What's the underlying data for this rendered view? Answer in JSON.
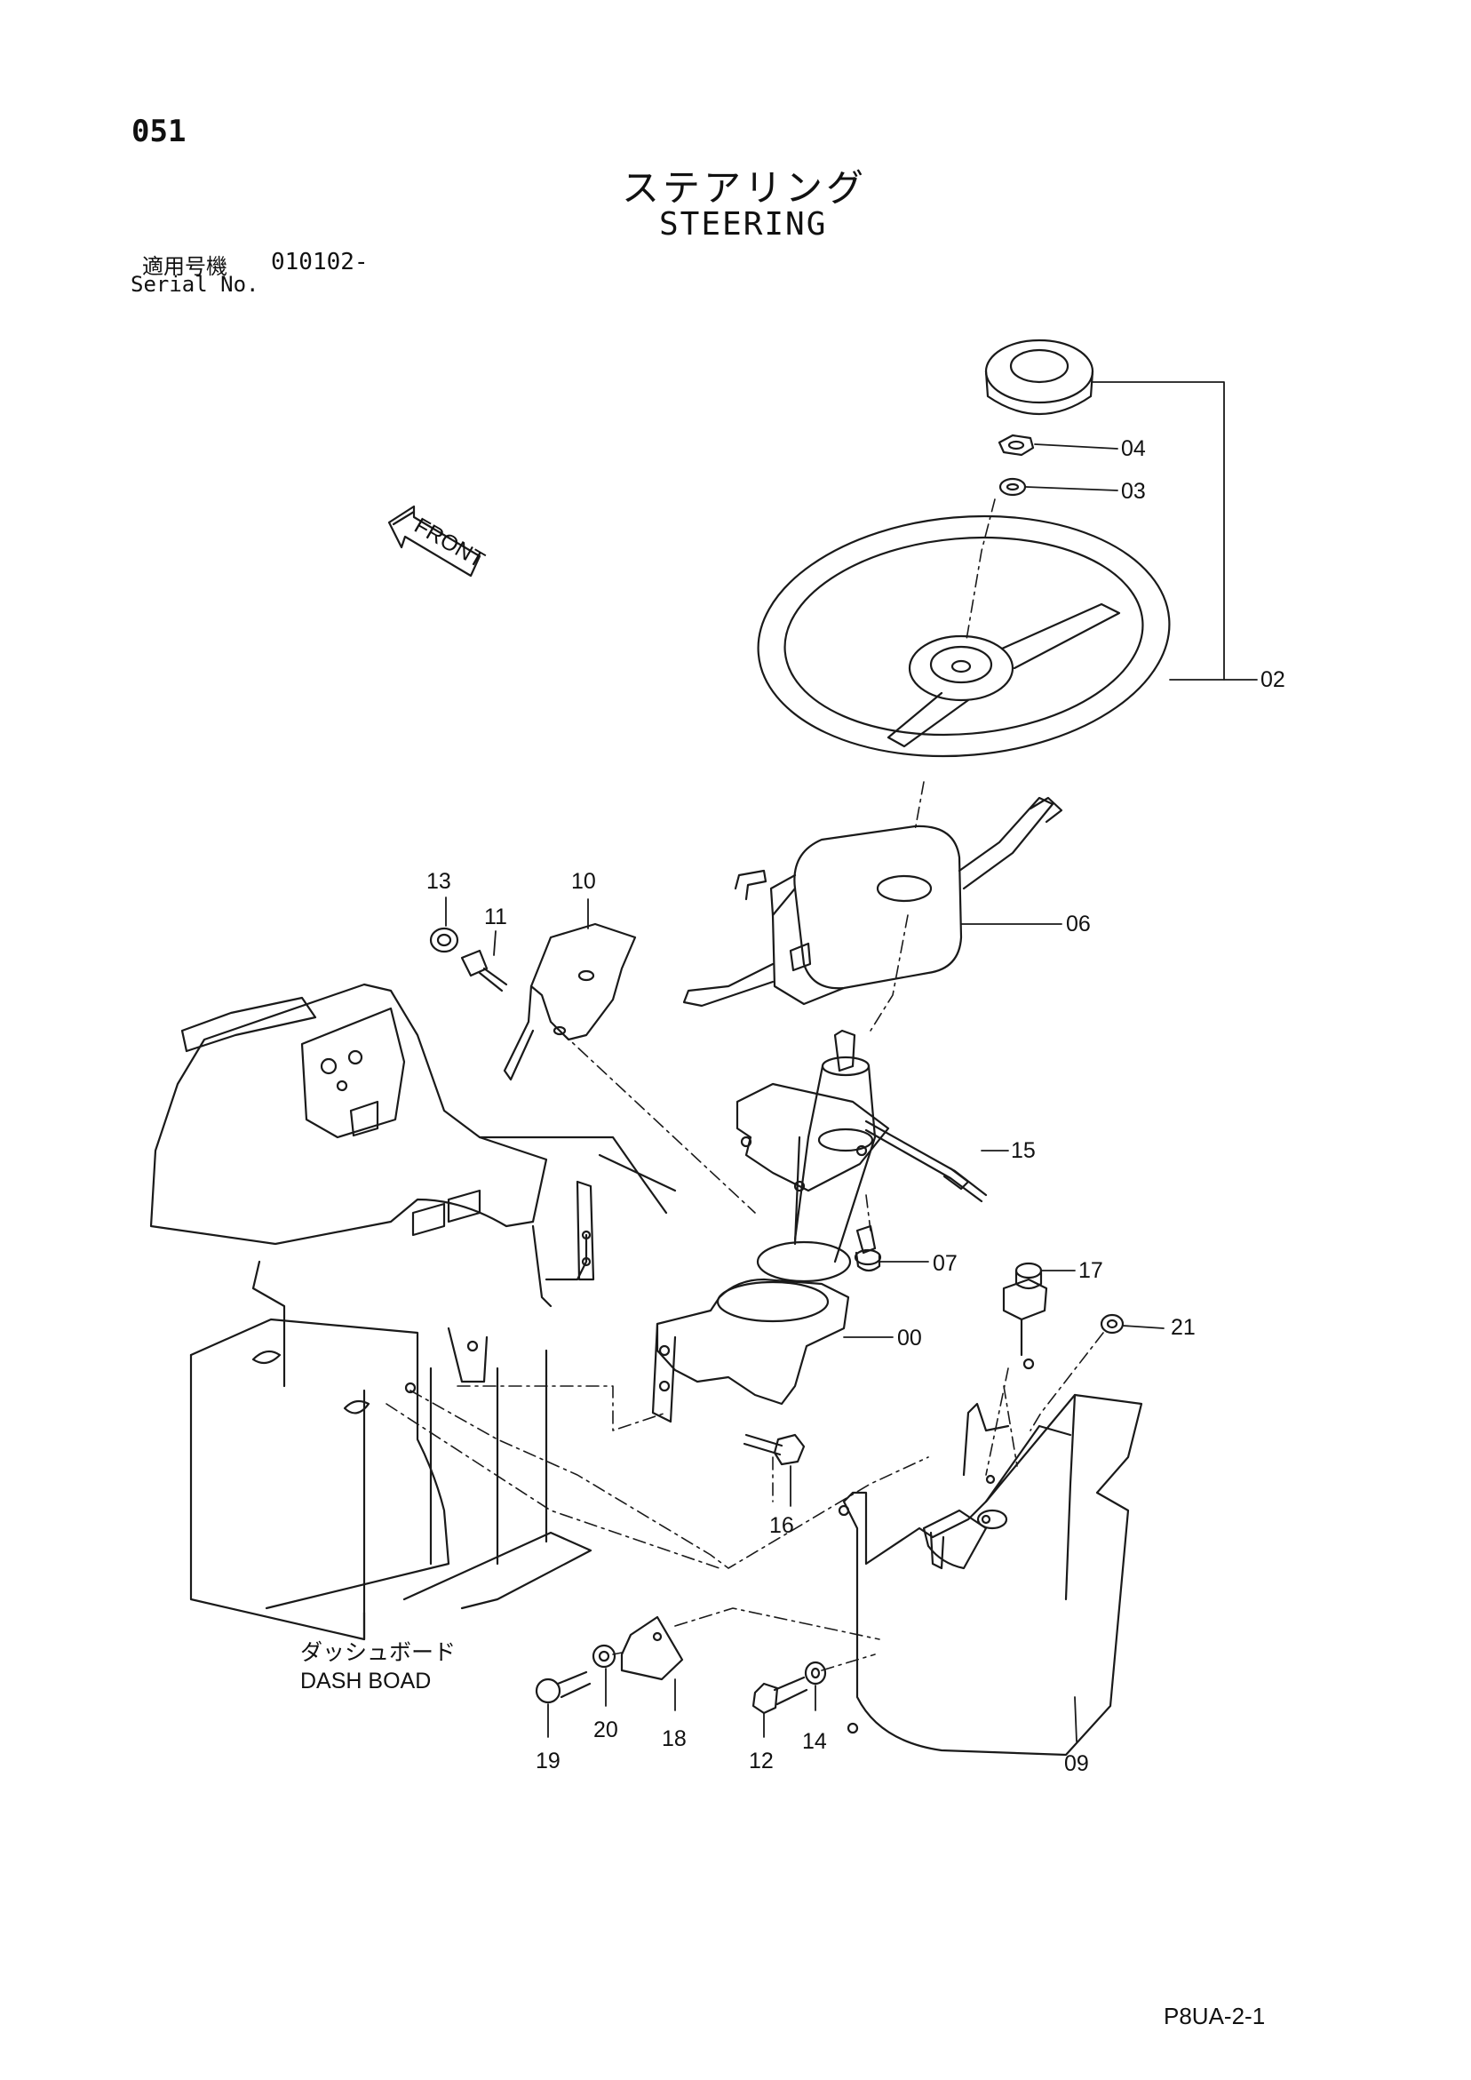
{
  "page_number": "051",
  "title": {
    "jp": "ステアリング",
    "en": "STEERING"
  },
  "serial": {
    "jp_label": "適用号機",
    "value": "010102-",
    "en_label": "Serial No."
  },
  "front_arrow_label": "FRONT",
  "dashboard_label": {
    "jp": "ダッシュボード",
    "en": "DASH BOAD"
  },
  "part_labels": {
    "p00": "00",
    "p02": "02",
    "p03": "03",
    "p04": "04",
    "p06": "06",
    "p07": "07",
    "p09": "09",
    "p10": "10",
    "p11": "11",
    "p12": "12",
    "p13": "13",
    "p14": "14",
    "p15": "15",
    "p16": "16",
    "p17": "17",
    "p18": "18",
    "p19": "19",
    "p20": "20",
    "p21": "21"
  },
  "document_code": "P8UA-2-1"
}
